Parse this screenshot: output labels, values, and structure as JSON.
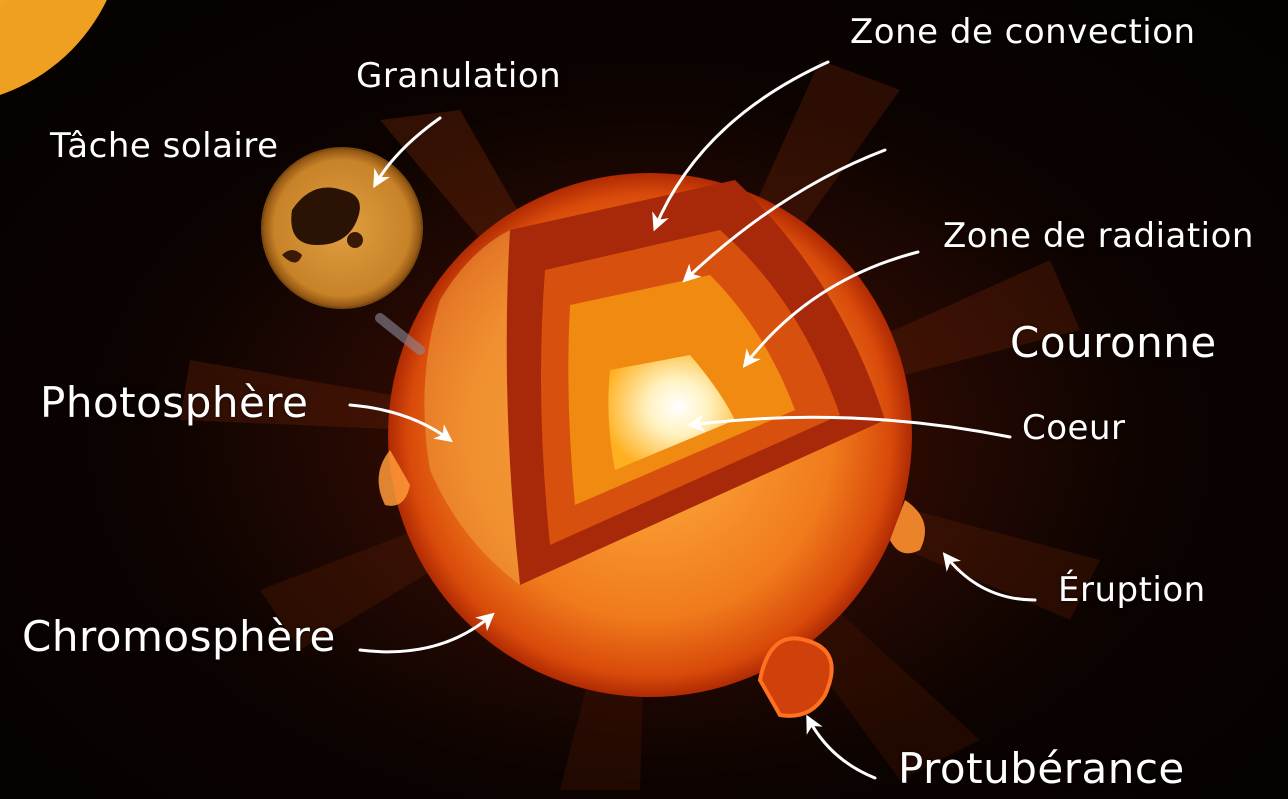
{
  "labels": {
    "zone_convection": "Zone de convection",
    "granulation": "Granulation",
    "tache_solaire": "Tâche solaire",
    "zone_radiation": "Zone de radiation",
    "couronne": "Couronne",
    "photosphere": "Photosphère",
    "coeur": "Coeur",
    "eruption": "Éruption",
    "chromosphere": "Chromosphère",
    "protuberance": "Protubérance"
  },
  "colors": {
    "background": "#050201",
    "corona": "#5a1a06",
    "surface": "#f07a1c",
    "convection_zone": "#a8280a",
    "radiation_zone": "#f08a10",
    "core": "#ffffff",
    "label_text": "#ffffff",
    "arrow": "#ffffff"
  },
  "icons": [
    "sun-sphere-cutaway",
    "sunspot-inset",
    "arrow"
  ]
}
